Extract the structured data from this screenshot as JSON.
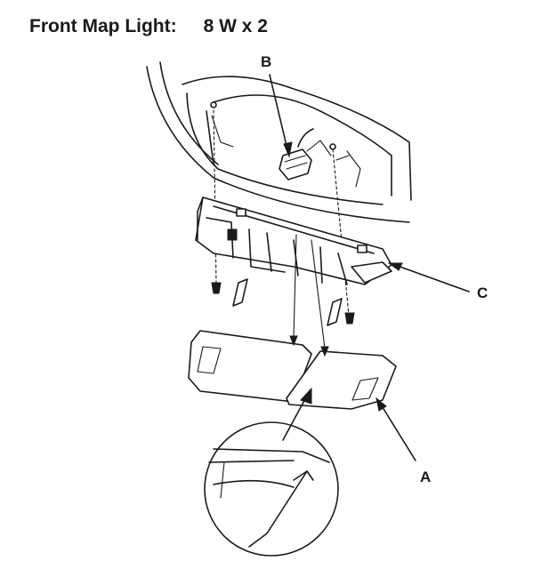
{
  "title": {
    "label": "Front Map Light:",
    "spec": "8 W x 2"
  },
  "callouts": {
    "a": "A",
    "b": "B",
    "c": "C"
  }
}
